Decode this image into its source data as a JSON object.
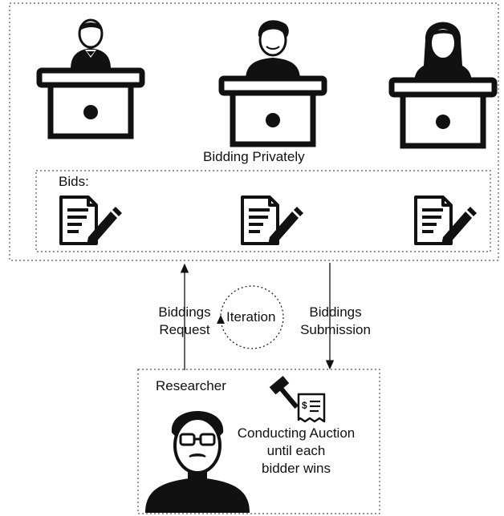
{
  "top_box": {
    "caption": "Bidding Privately",
    "bids_label": "Bids:"
  },
  "bidders": [
    {
      "icon": "bidder-in-suit-icon"
    },
    {
      "icon": "bidder-young-man-icon"
    },
    {
      "icon": "bidder-woman-icon"
    }
  ],
  "bids": [
    {
      "icon": "bid-document-icon"
    },
    {
      "icon": "bid-document-icon"
    },
    {
      "icon": "bid-document-icon"
    }
  ],
  "flow": {
    "request_line1": "Biddings",
    "request_line2": "Request",
    "iteration": "Iteration",
    "submission_line1": "Biddings",
    "submission_line2": "Submission"
  },
  "researcher_box": {
    "title": "Researcher",
    "action_line1": "Conducting Auction",
    "action_line2": "until each",
    "action_line3": "bidder wins",
    "auction_icon": "gavel-invoice-icon",
    "researcher_icon": "researcher-with-glasses-icon"
  },
  "colors": {
    "stroke": "#111111",
    "background": "#ffffff",
    "dotted": "#555555"
  }
}
